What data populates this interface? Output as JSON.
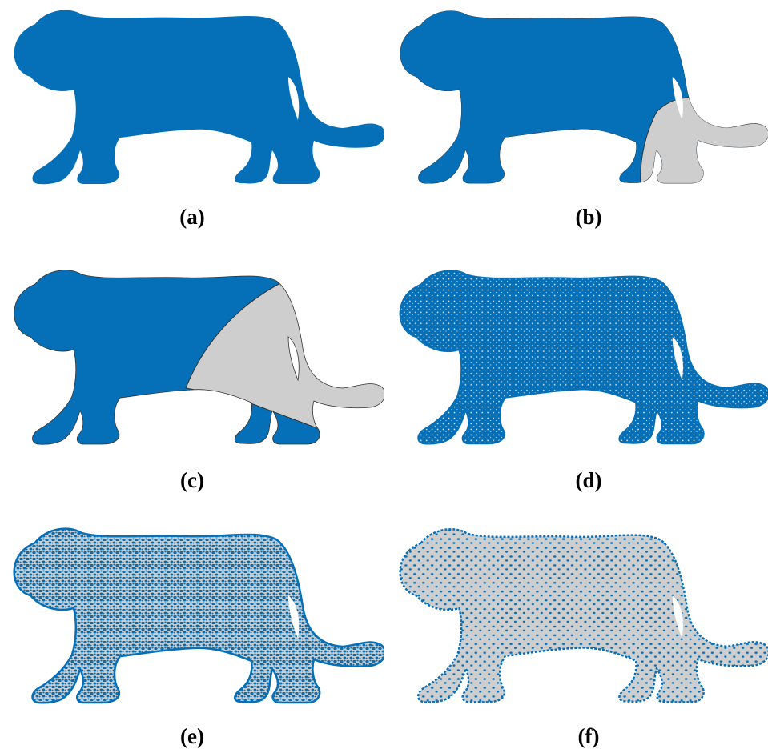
{
  "figure": {
    "panels": [
      {
        "id": "a",
        "label": "(a)",
        "fill": "solid",
        "gray_region": "none"
      },
      {
        "id": "b",
        "label": "(b)",
        "fill": "solid",
        "gray_region": "rear-legs-tail"
      },
      {
        "id": "c",
        "label": "(c)",
        "fill": "solid",
        "gray_region": "hindquarters"
      },
      {
        "id": "d",
        "label": "(d)",
        "fill": "dense-dots",
        "gray_region": "none"
      },
      {
        "id": "e",
        "label": "(e)",
        "fill": "medium-dots",
        "gray_region": "none"
      },
      {
        "id": "f",
        "label": "(f)",
        "fill": "sparse-dots",
        "gray_region": "all"
      }
    ],
    "colors": {
      "blue": "#0570B8",
      "gray": "#CECECE",
      "outline": "#333333",
      "background": "#FFFFFF"
    }
  }
}
